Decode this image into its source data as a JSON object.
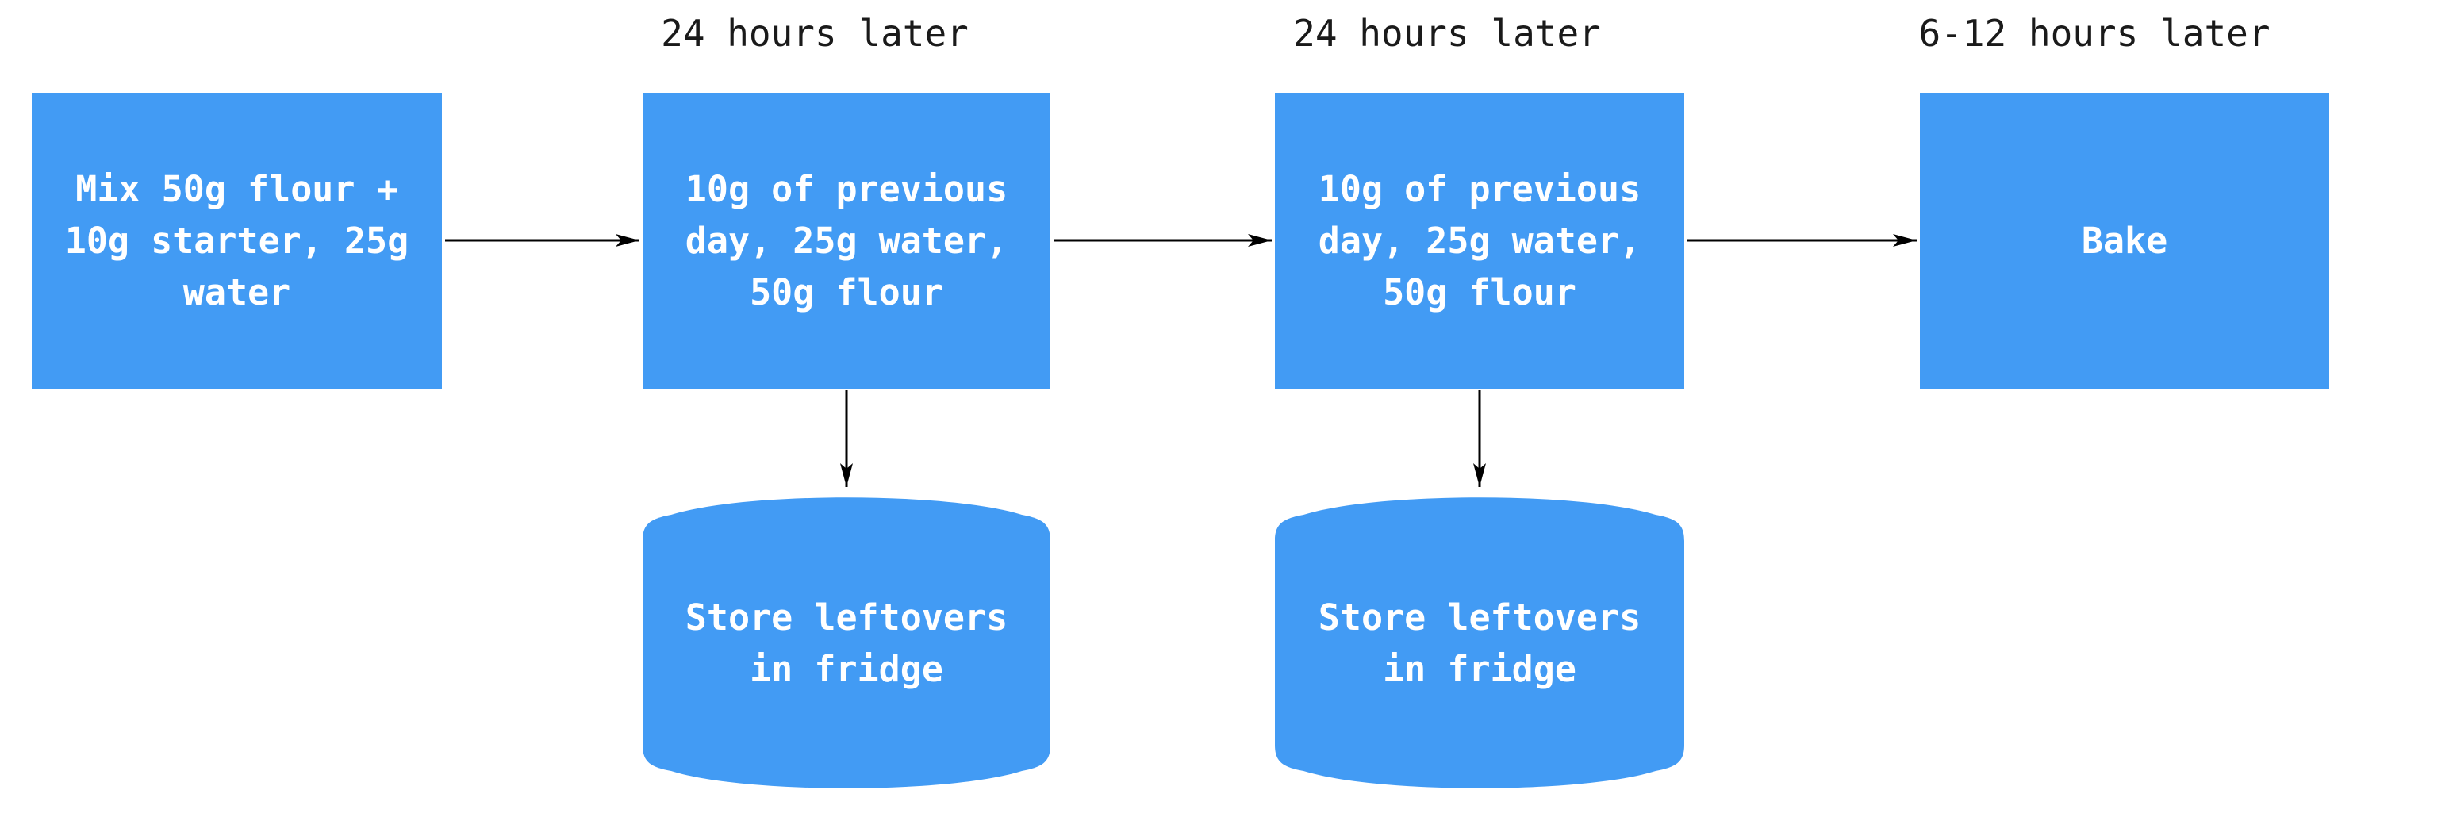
{
  "diagram": {
    "colors": {
      "background": "#ffffff",
      "node_fill": "#429bf4",
      "node_text": "#ffffff",
      "label_color": "#1a1a1a",
      "arrow_color": "#000000"
    },
    "edge_labels": [
      {
        "text": "24 hours later"
      },
      {
        "text": "24 hours later"
      },
      {
        "text": "6-12 hours later"
      }
    ],
    "nodes": [
      {
        "id": "mix",
        "shape": "rect",
        "text": "Mix 50g flour + 10g starter, 25g water"
      },
      {
        "id": "feed1",
        "shape": "rect",
        "text": "10g of previous day, 25g water, 50g flour"
      },
      {
        "id": "feed2",
        "shape": "rect",
        "text": "10g of previous day, 25g water, 50g flour"
      },
      {
        "id": "bake",
        "shape": "rect",
        "text": "Bake"
      },
      {
        "id": "store1",
        "shape": "cylinder",
        "text": "Store leftovers in fridge"
      },
      {
        "id": "store2",
        "shape": "cylinder",
        "text": "Store leftovers in fridge"
      }
    ]
  }
}
